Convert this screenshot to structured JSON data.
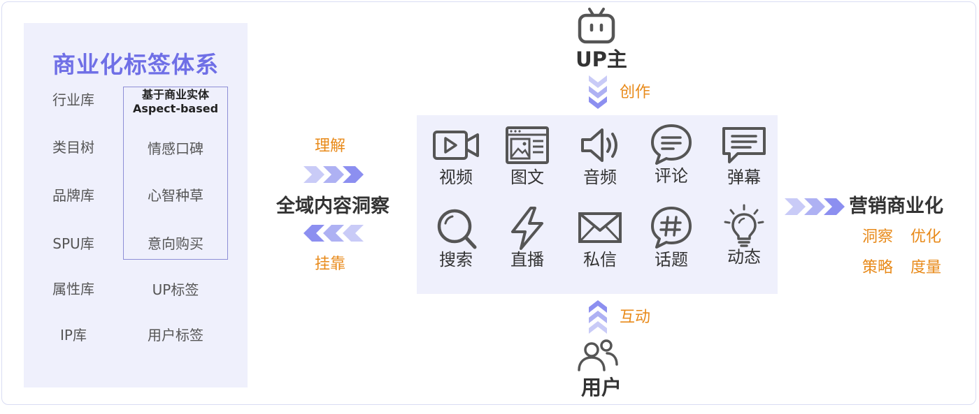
{
  "left_panel": {
    "title": "商业化标签体系",
    "column1": [
      "行业库",
      "类目树",
      "品牌库",
      "SPU库",
      "属性库",
      "IP库"
    ],
    "aspect_header_line1": "基于商业实体",
    "aspect_header_line2": "Aspect-based",
    "aspect_items": [
      "情感口碑",
      "心智种草",
      "意向购买"
    ],
    "column2_extra": [
      "UP标签",
      "用户标签"
    ]
  },
  "middle": {
    "understand_label": "理解",
    "insight_label": "全域内容洞察",
    "mount_label": "挂靠"
  },
  "center": {
    "creator_label": "UP主",
    "create_label": "创作",
    "interact_label": "互动",
    "user_label": "用户",
    "row1": [
      "视频",
      "图文",
      "音频",
      "评论",
      "弹幕"
    ],
    "row2": [
      "搜索",
      "直播",
      "私信",
      "话题",
      "动态"
    ]
  },
  "right": {
    "title": "营销商业化",
    "items": [
      "洞察",
      "优化",
      "策略",
      "度量"
    ]
  },
  "colors": {
    "accent_purple": "#6f6fe6",
    "chevron": "#8c8ff0",
    "orange": "#e88a1a",
    "panel_bg": "#eff0fc"
  }
}
